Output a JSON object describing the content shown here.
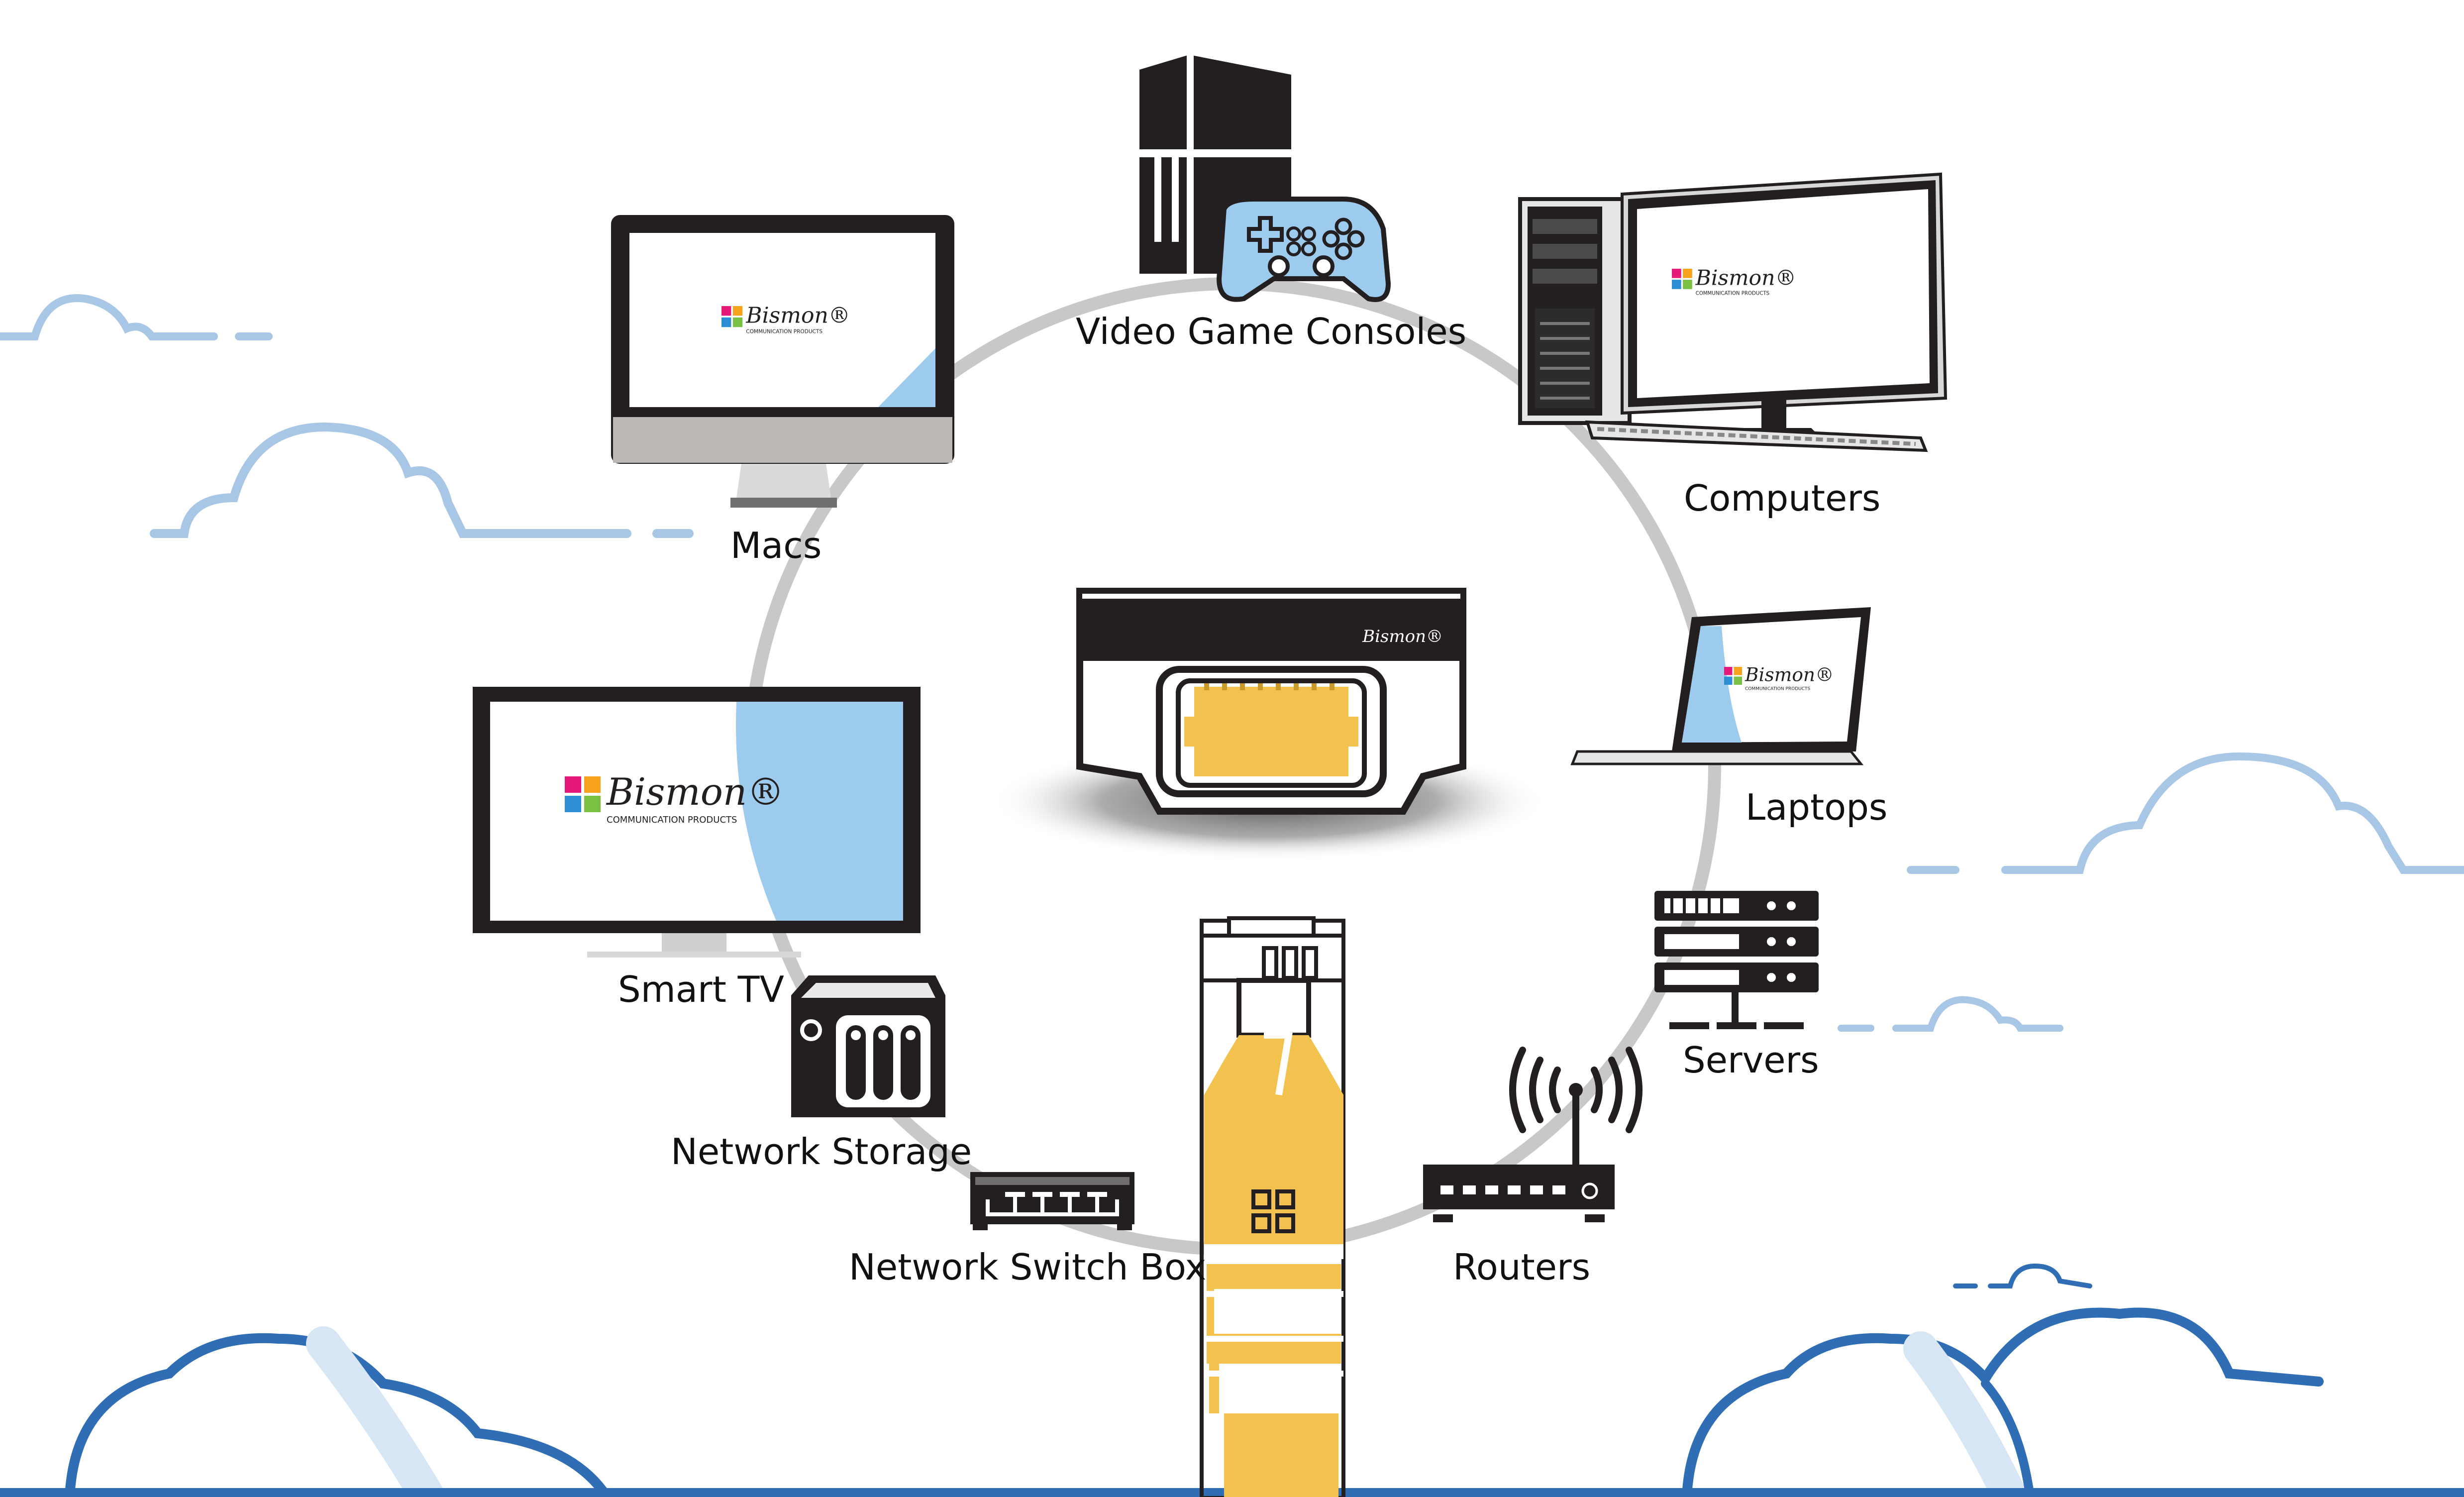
{
  "brand": {
    "name": "Bismon",
    "registered": "®",
    "tagline": "COMMUNICATION PRODUCTS",
    "logo_colors": [
      "#e5197a",
      "#f6a21c",
      "#2c8fd6",
      "#7ac143"
    ]
  },
  "colors": {
    "ring": "#c8c8c8",
    "device": "#231f20",
    "screen_glare": "#9ccbee",
    "cable_yellow": "#f2c14e",
    "cloud_light": "#a8c6e6",
    "cloud_dark": "#2f6db5"
  },
  "devices": [
    {
      "id": "video-game-consoles",
      "label": "Video Game Consoles",
      "icon": "console-icon"
    },
    {
      "id": "computers",
      "label": "Computers",
      "icon": "desktop-computer-icon"
    },
    {
      "id": "laptops",
      "label": "Laptops",
      "icon": "laptop-icon"
    },
    {
      "id": "servers",
      "label": "Servers",
      "icon": "server-rack-icon"
    },
    {
      "id": "routers",
      "label": "Routers",
      "icon": "wifi-router-icon"
    },
    {
      "id": "network-switch-box",
      "label": "Network Switch Box",
      "icon": "network-switch-icon"
    },
    {
      "id": "network-storage",
      "label": "Network Storage",
      "icon": "nas-storage-icon"
    },
    {
      "id": "smart-tv",
      "label": "Smart TV",
      "icon": "smart-tv-icon"
    },
    {
      "id": "macs",
      "label": "Macs",
      "icon": "imac-icon"
    }
  ],
  "center": {
    "icon": "ethernet-wall-jack-icon"
  },
  "cable": {
    "icon": "rj45-connector-icon"
  }
}
